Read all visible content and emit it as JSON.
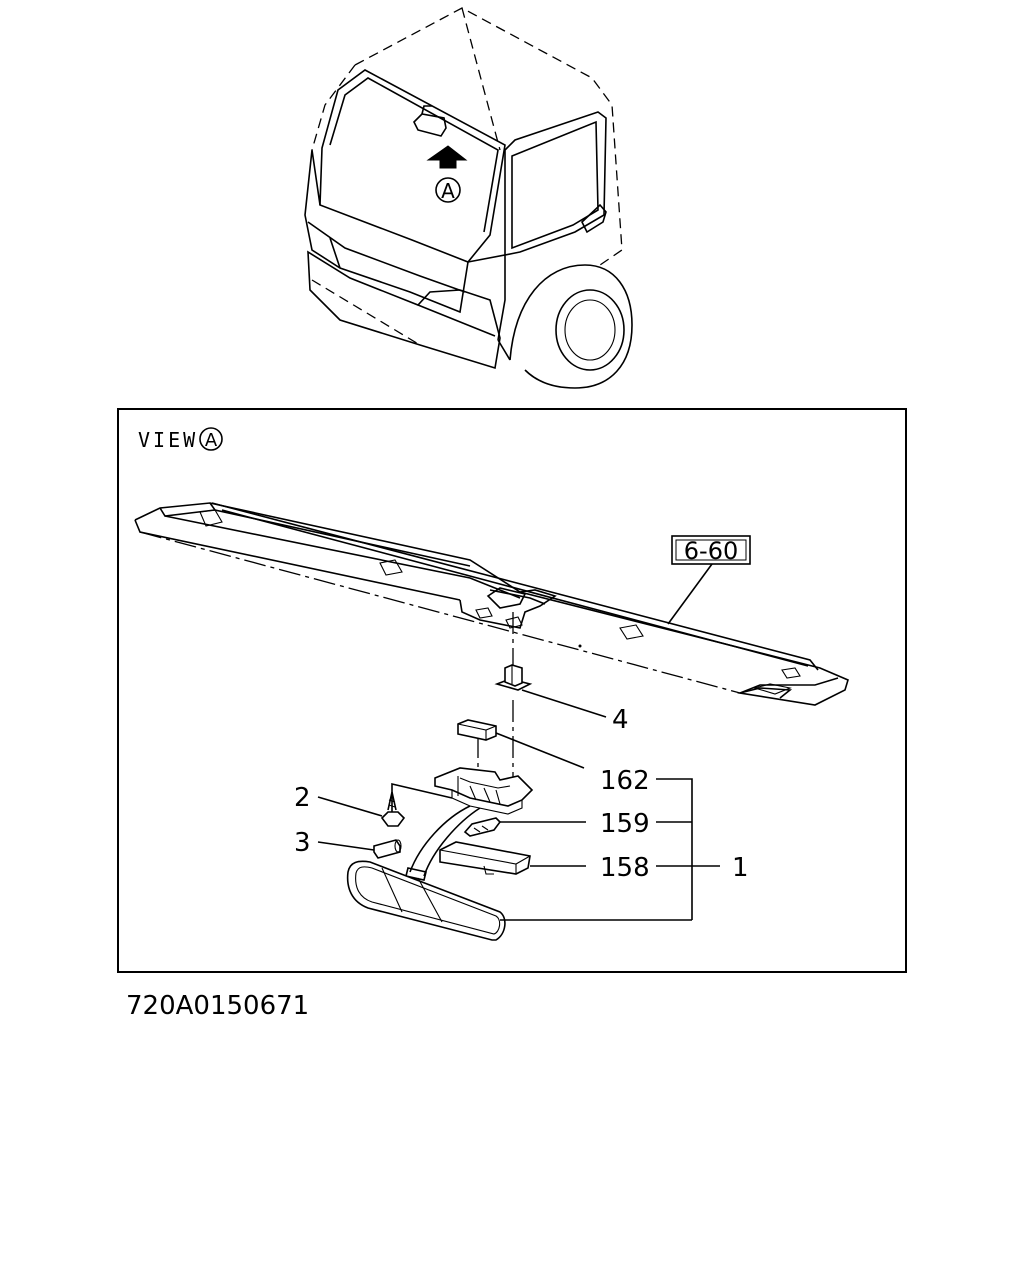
{
  "truck_view": {
    "view_marker": "A"
  },
  "detail_view": {
    "title_prefix": "VIEW",
    "title_marker": "A",
    "ref_box": "6-60",
    "callouts": {
      "c1": "1",
      "c2": "2",
      "c3": "3",
      "c4": "4",
      "c158": "158",
      "c159": "159",
      "c162": "162"
    }
  },
  "drawing_number": "720A0150671"
}
